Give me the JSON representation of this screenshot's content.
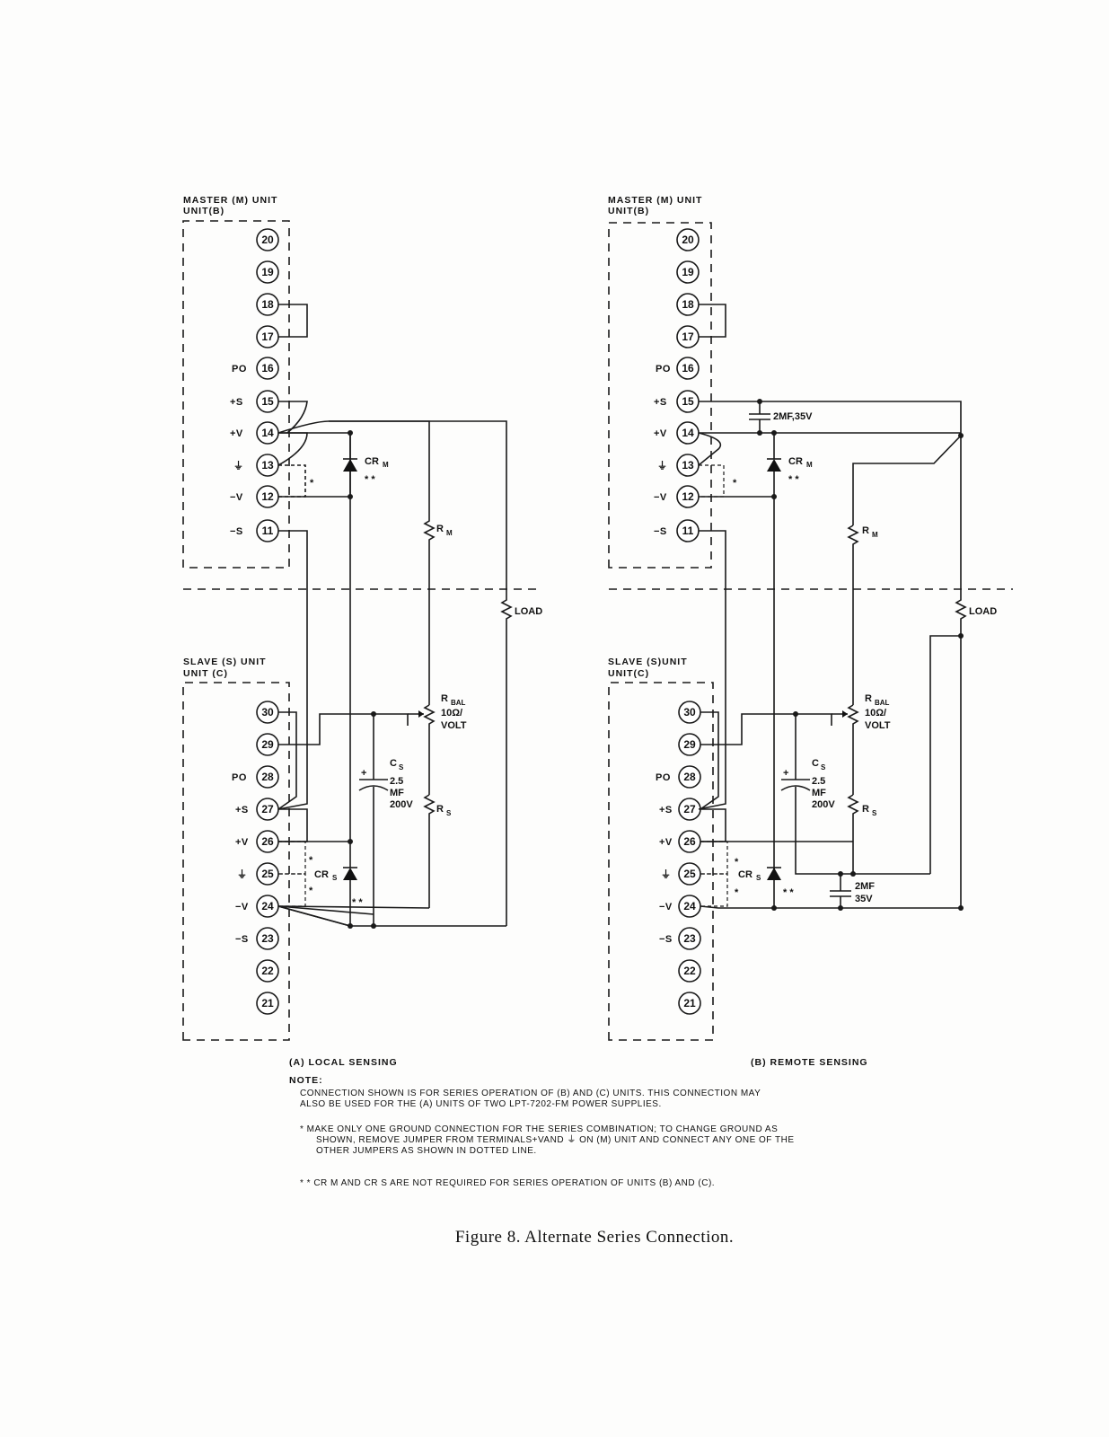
{
  "panel_a": {
    "master_title": "MASTER (M) UNIT",
    "master_sub": "UNIT(B)",
    "slave_title": "SLAVE (S) UNIT",
    "slave_sub": "UNIT (C)"
  },
  "panel_b": {
    "master_title": "MASTER (M) UNIT",
    "master_sub": "UNIT(B)",
    "slave_title": "SLAVE (S)UNIT",
    "slave_sub": "UNIT(C)"
  },
  "terminals": {
    "m": [
      "20",
      "19",
      "18",
      "17",
      "16",
      "15",
      "14",
      "13",
      "12",
      "11"
    ],
    "s": [
      "30",
      "29",
      "28",
      "27",
      "26",
      "25",
      "24",
      "23",
      "22",
      "21"
    ]
  },
  "terminal_labels": {
    "po": "PO",
    "plus_s": "+S",
    "plus_v": "+V",
    "ground": "⏚",
    "minus_v": "−V",
    "minus_s": "−S"
  },
  "components": {
    "cr_m": "CR",
    "cr_s": "CR",
    "r": "R",
    "c": "C",
    "sub_m": "M",
    "sub_s": "S",
    "sub_bal": "BAL",
    "rbal_value": "10Ω/",
    "rbal_unit": "VOLT",
    "load": "LOAD",
    "plus": "+",
    "cs_val1": "2.5",
    "cs_val2": "MF",
    "cs_val3": "200V",
    "cap_m": "2MF,35V",
    "cap_s1": "2MF",
    "cap_s2": "35V"
  },
  "symbols": {
    "star": "*",
    "double_star": "* *"
  },
  "captions": {
    "a": "(A) LOCAL SENSING",
    "b": "(B) REMOTE SENSING"
  },
  "notes": {
    "heading": "NOTE:",
    "lines": [
      "CONNECTION SHOWN IS FOR SERIES OPERATION OF (B) AND (C) UNITS. THIS CONNECTION MAY",
      "ALSO BE USED FOR THE (A) UNITS OF TWO LPT-7202-FM POWER SUPPLIES.",
      "* MAKE ONLY ONE GROUND CONNECTION FOR THE SERIES COMBINATION; TO CHANGE GROUND AS",
      "SHOWN, REMOVE JUMPER FROM TERMINALS+VAND ⏚ ON (M) UNIT AND CONNECT ANY ONE OF THE",
      "OTHER JUMPERS AS SHOWN IN DOTTED LINE.",
      "* * CR M AND CR S ARE NOT REQUIRED FOR SERIES OPERATION OF UNITS (B) AND (C)."
    ]
  },
  "figure_caption": "Figure 8. Alternate Series Connection."
}
